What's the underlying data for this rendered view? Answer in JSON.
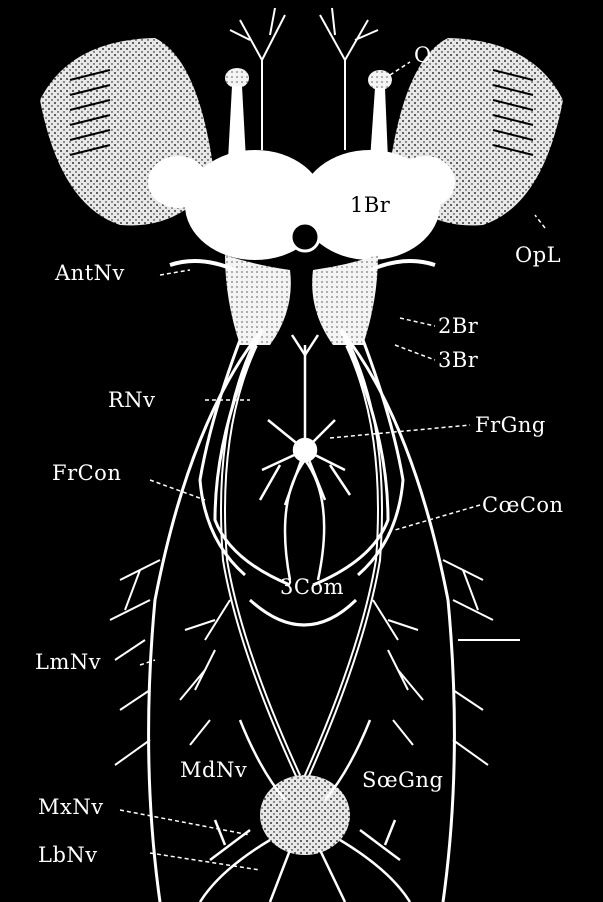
{
  "colors": {
    "background": "#000000",
    "ink": "#ffffff",
    "stipple": "#d9d9d9"
  },
  "labels": {
    "o": "O",
    "br1": "1Br",
    "opl": "OpL",
    "antnv": "AntNv",
    "br2": "2Br",
    "br3": "3Br",
    "rnv": "RNv",
    "frgng": "FrGng",
    "frcon": "FrCon",
    "coecon": "CœCon",
    "com3": "3Com",
    "lmnv": "LmNv",
    "mdnv": "MdNv",
    "soegng": "SœGng",
    "mxnv": "MxNv",
    "lbnv": "LbNv"
  }
}
